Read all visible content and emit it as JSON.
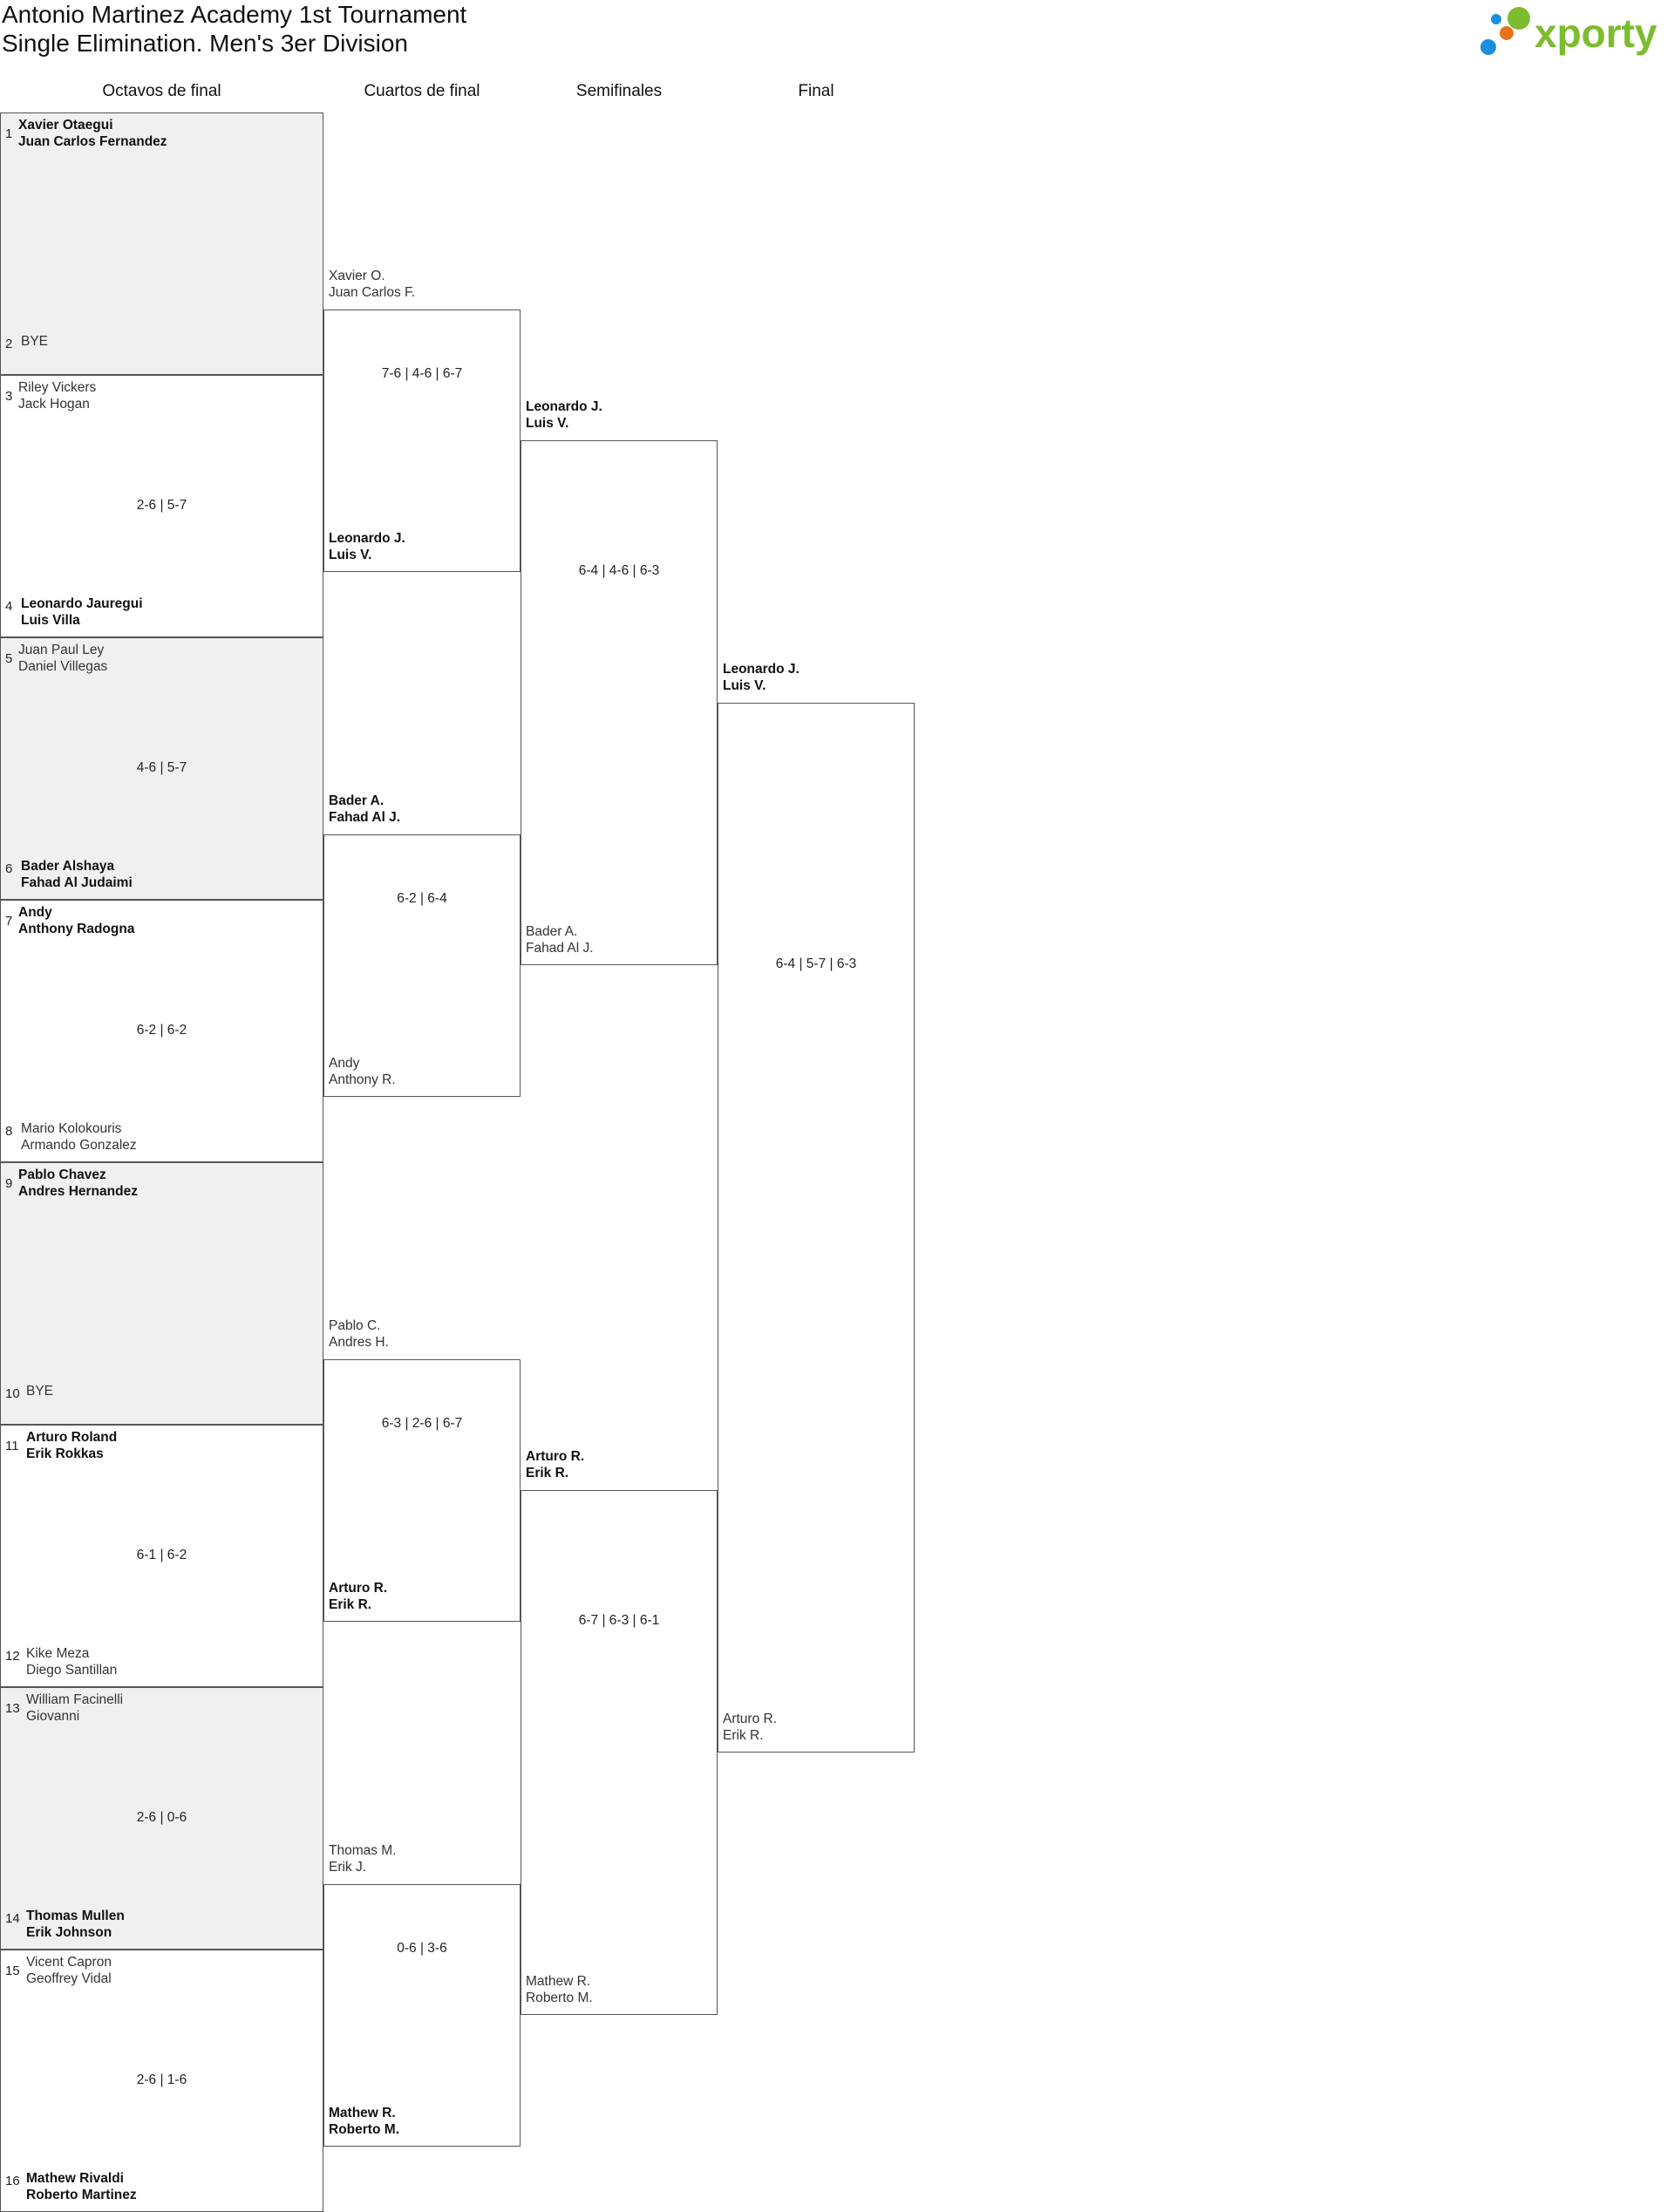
{
  "header": {
    "title": "Antonio Martinez Academy 1st Tournament",
    "subtitle": "Single Elimination. Men's 3er Division",
    "logo_text": "xporty",
    "colors": {
      "logo_green": "#7cbc2e",
      "logo_blue": "#1a8fe0",
      "logo_orange": "#e8741e"
    }
  },
  "rounds": [
    "Octavos de final",
    "Cuartos de final",
    "Semifinales",
    "Final"
  ],
  "r16": [
    {
      "top": {
        "seed": "1",
        "p1": "Xavier Otaegui",
        "p2": "Juan Carlos Fernandez",
        "win": true
      },
      "bot": {
        "seed": "2",
        "p1": "BYE",
        "p2": "",
        "win": false
      },
      "score": ""
    },
    {
      "top": {
        "seed": "3",
        "p1": "Riley Vickers",
        "p2": "Jack Hogan",
        "win": false
      },
      "bot": {
        "seed": "4",
        "p1": "Leonardo Jauregui",
        "p2": "Luis Villa",
        "win": true
      },
      "score": "2-6 | 5-7"
    },
    {
      "top": {
        "seed": "5",
        "p1": "Juan Paul Ley",
        "p2": "Daniel Villegas",
        "win": false
      },
      "bot": {
        "seed": "6",
        "p1": "Bader Alshaya",
        "p2": "Fahad Al Judaimi",
        "win": true
      },
      "score": "4-6 | 5-7"
    },
    {
      "top": {
        "seed": "7",
        "p1": "Andy",
        "p2": "Anthony Radogna",
        "win": true
      },
      "bot": {
        "seed": "8",
        "p1": "Mario Kolokouris",
        "p2": "Armando Gonzalez",
        "win": false
      },
      "score": "6-2 | 6-2"
    },
    {
      "top": {
        "seed": "9",
        "p1": "Pablo Chavez",
        "p2": "Andres Hernandez",
        "win": true
      },
      "bot": {
        "seed": "10",
        "p1": "BYE",
        "p2": "",
        "win": false
      },
      "score": ""
    },
    {
      "top": {
        "seed": "11",
        "p1": "Arturo Roland",
        "p2": "Erik Rokkas",
        "win": true
      },
      "bot": {
        "seed": "12",
        "p1": "Kike Meza",
        "p2": "Diego Santillan",
        "win": false
      },
      "score": "6-1 | 6-2"
    },
    {
      "top": {
        "seed": "13",
        "p1": "William Facinelli",
        "p2": "Giovanni",
        "win": false
      },
      "bot": {
        "seed": "14",
        "p1": "Thomas Mullen",
        "p2": "Erik Johnson",
        "win": true
      },
      "score": "2-6 | 0-6"
    },
    {
      "top": {
        "seed": "15",
        "p1": "Vicent Capron",
        "p2": "Geoffrey Vidal",
        "win": false
      },
      "bot": {
        "seed": "16",
        "p1": "Mathew Rivaldi",
        "p2": "Roberto Martinez",
        "win": true
      },
      "score": "2-6 | 1-6"
    }
  ],
  "qf": [
    {
      "top": {
        "p1": "Xavier O.",
        "p2": "Juan Carlos F.",
        "win": false
      },
      "bot": {
        "p1": "Leonardo J.",
        "p2": "Luis V.",
        "win": true
      },
      "score": "7-6 | 4-6 | 6-7"
    },
    {
      "top": {
        "p1": "Bader A.",
        "p2": "Fahad Al J.",
        "win": true
      },
      "bot": {
        "p1": "Andy",
        "p2": "Anthony R.",
        "win": false
      },
      "score": "6-2 | 6-4"
    },
    {
      "top": {
        "p1": "Pablo C.",
        "p2": "Andres H.",
        "win": false
      },
      "bot": {
        "p1": "Arturo R.",
        "p2": "Erik R.",
        "win": true
      },
      "score": "6-3 | 2-6 | 6-7"
    },
    {
      "top": {
        "p1": "Thomas M.",
        "p2": "Erik J.",
        "win": false
      },
      "bot": {
        "p1": "Mathew R.",
        "p2": "Roberto M.",
        "win": true
      },
      "score": "0-6 | 3-6"
    }
  ],
  "sf": [
    {
      "top": {
        "p1": "Leonardo J.",
        "p2": "Luis V.",
        "win": true
      },
      "bot": {
        "p1": "Bader A.",
        "p2": "Fahad Al J.",
        "win": false
      },
      "score": "6-4 | 4-6 | 6-3"
    },
    {
      "top": {
        "p1": "Arturo R.",
        "p2": "Erik R.",
        "win": true
      },
      "bot": {
        "p1": "Mathew R.",
        "p2": "Roberto M.",
        "win": false
      },
      "score": "6-7 | 6-3 | 6-1"
    }
  ],
  "final": [
    {
      "top": {
        "p1": "Leonardo J.",
        "p2": "Luis V.",
        "win": true
      },
      "bot": {
        "p1": "Arturo R.",
        "p2": "Erik R.",
        "win": false
      },
      "score": "6-4 | 5-7 | 6-3"
    }
  ]
}
